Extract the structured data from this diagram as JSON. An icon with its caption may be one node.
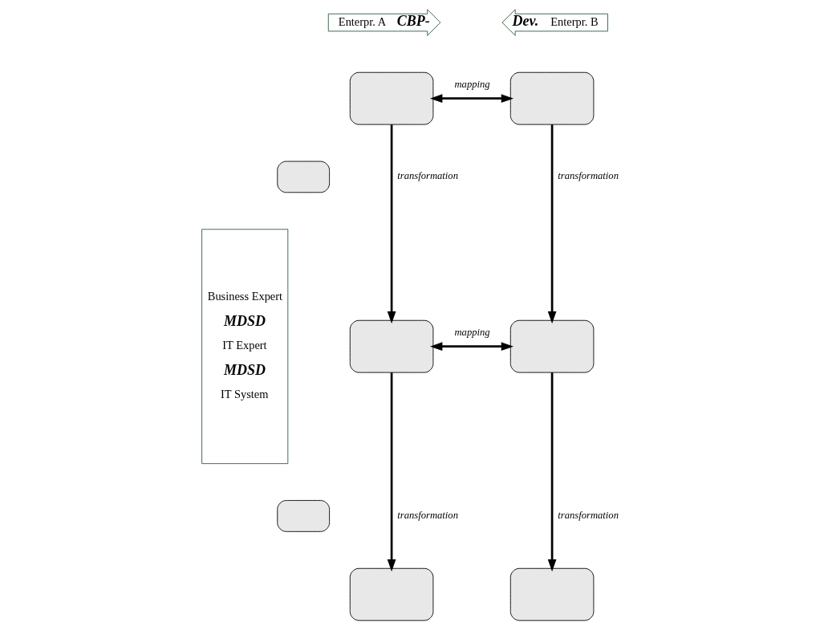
{
  "diagram": {
    "nodes": [
      {
        "text": [
          "Enterpr. A",
          "CBP-"
        ]
      },
      {
        "text": [
          "Dev.",
          "Enterpr. B"
        ]
      },
      {
        "text": [
          "Business Expert",
          "MDSD",
          "IT Expert",
          "MDSD",
          "IT System"
        ]
      },
      {
        "text": [],
        "shape": "box"
      },
      {
        "text": [],
        "shape": "box"
      },
      {
        "text": [],
        "shape": "box"
      },
      {
        "text": [],
        "shape": "box"
      },
      {
        "text": [],
        "shape": "box"
      },
      {
        "text": [],
        "shape": "box"
      },
      {
        "text": [],
        "shape": "box"
      },
      {
        "text": [],
        "shape": "box"
      }
    ],
    "edges": [
      {
        "from": 3,
        "to": 4,
        "arrow": "both",
        "label": "mapping"
      },
      {
        "from": 3,
        "to": 6,
        "arrow": "to",
        "label": "transformation"
      },
      {
        "from": 4,
        "to": 7,
        "arrow": "to",
        "label": "transformation"
      },
      {
        "from": 6,
        "to": 7,
        "arrow": "both",
        "label": "mapping"
      },
      {
        "from": 6,
        "to": 9,
        "arrow": "to",
        "label": "transformation"
      },
      {
        "from": 7,
        "to": 10,
        "arrow": "to",
        "label": "transformation"
      }
    ]
  }
}
